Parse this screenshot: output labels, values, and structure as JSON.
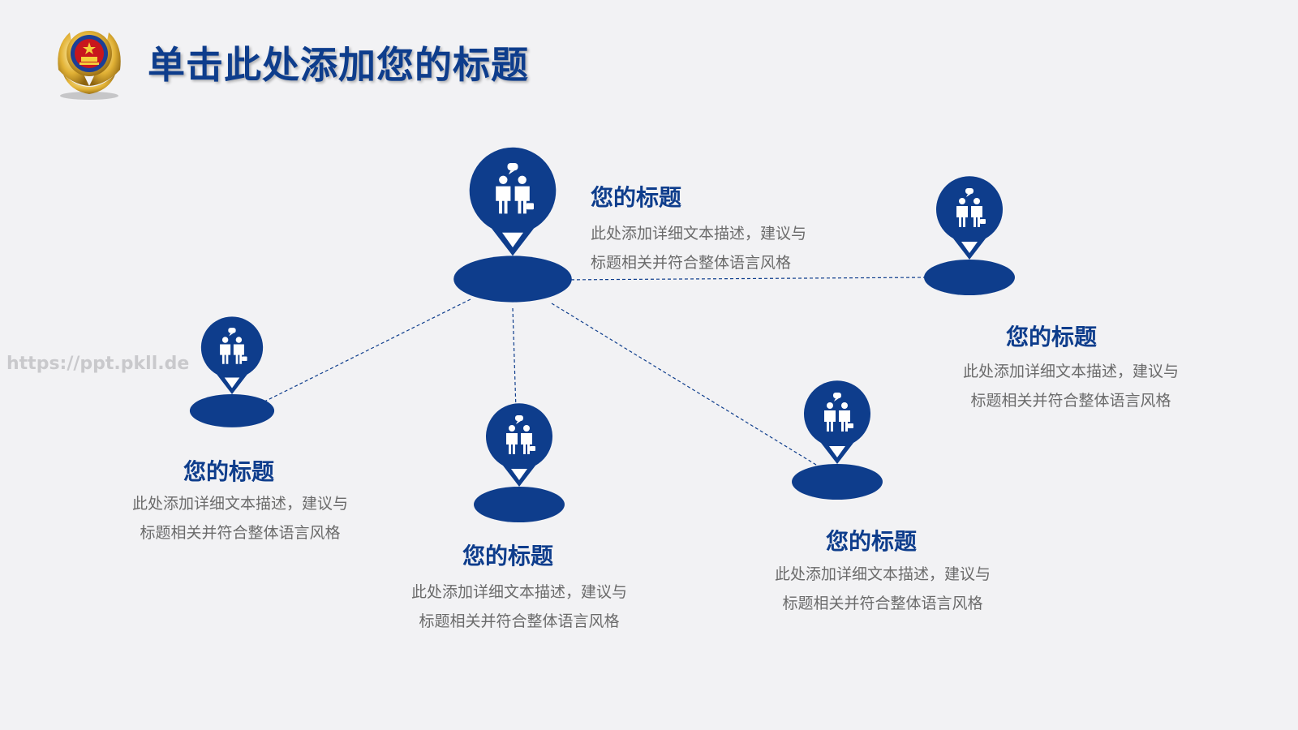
{
  "slide": {
    "title": "单击此处添加您的标题",
    "watermark": "https://ppt.pkll.de"
  },
  "colors": {
    "primary": "#0e3d8c",
    "text_gray": "#6b6b6b",
    "background": "#f2f2f4",
    "emblem_red": "#c8161d",
    "emblem_gold": "#d9a520"
  },
  "icons": {
    "node_icon": "business-handshake-icon",
    "emblem": "police-emblem"
  },
  "nodes": [
    {
      "id": "center",
      "title": "您的标题",
      "desc": [
        "此处添加详细文本描述，建议与",
        "标题相关并符合整体语言风格"
      ]
    },
    {
      "id": "right",
      "title": "您的标题",
      "desc": [
        "此处添加详细文本描述，建议与",
        "标题相关并符合整体语言风格"
      ]
    },
    {
      "id": "left",
      "title": "您的标题",
      "desc": [
        "此处添加详细文本描述，建议与",
        "标题相关并符合整体语言风格"
      ]
    },
    {
      "id": "bottom-center",
      "title": "您的标题",
      "desc": [
        "此处添加详细文本描述，建议与",
        "标题相关并符合整体语言风格"
      ]
    },
    {
      "id": "bottom-right",
      "title": "您的标题",
      "desc": [
        "此处添加详细文本描述，建议与",
        "标题相关并符合整体语言风格"
      ]
    }
  ],
  "connections": [
    {
      "from": "center",
      "to": "right"
    },
    {
      "from": "center",
      "to": "left"
    },
    {
      "from": "center",
      "to": "bottom-center"
    },
    {
      "from": "center",
      "to": "bottom-right"
    }
  ]
}
